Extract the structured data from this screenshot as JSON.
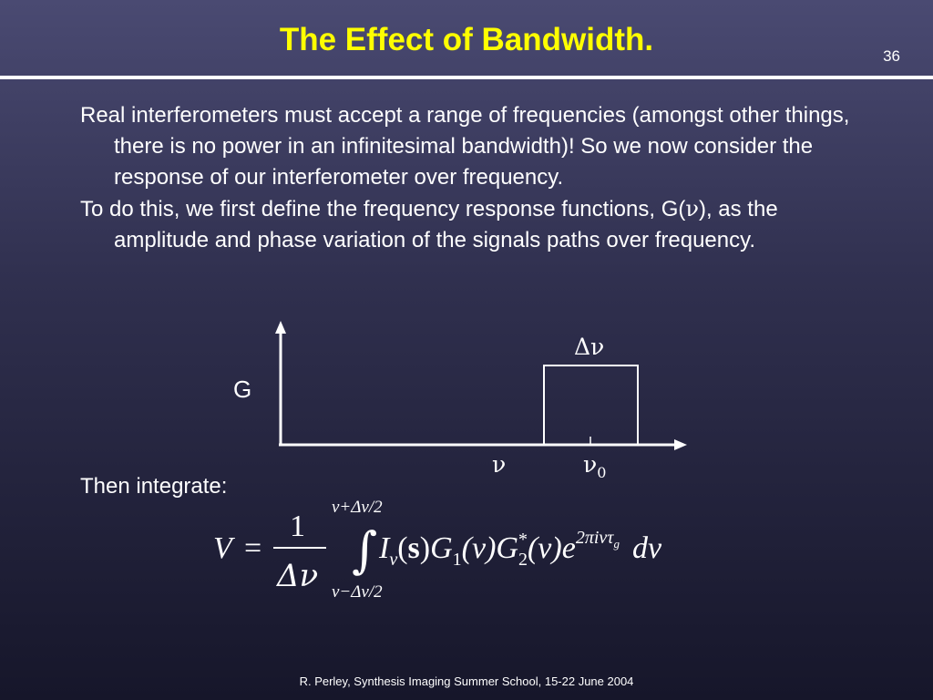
{
  "slide": {
    "title": "The Effect of Bandwidth.",
    "number": "36",
    "title_color": "#ffff00"
  },
  "body": {
    "para1_before": "Real interferometers must accept a range of frequencies (amongst other things, there is no power in an infinitesimal bandwidth)! So we now consider the response of our interferometer over frequency.",
    "para2_before": "To do this, we first define the frequency response functions, G(",
    "para2_symbol": "ν",
    "para2_after": "), as the amplitude and phase variation of the signals paths over frequency."
  },
  "diagram": {
    "y_label": "G",
    "bandwidth_label": "Δν",
    "x_label": "ν",
    "center_label": "ν",
    "center_subscript": "0"
  },
  "integrate_label": "Then integrate:",
  "equation": {
    "lhs": "V",
    "equals": "=",
    "numerator": "1",
    "denominator": "Δν",
    "upper_limit": "ν+Δν/2",
    "lower_limit": "ν−Δν/2",
    "integral": "∫",
    "I": "I",
    "I_sub": "ν",
    "open_paren_s": "(",
    "s": "s",
    "close_paren_s": ")",
    "G1": "G",
    "G1_sub": "1",
    "arg1": "(ν)",
    "G2": "G",
    "G2_sub": "2",
    "G2_sup": "*",
    "arg2": "(ν)",
    "e": "e",
    "exponent": "2πiντ",
    "exponent_sub": "g",
    "dnu": "dν"
  },
  "footer": "R. Perley, Synthesis Imaging Summer School, 15-22 June 2004"
}
